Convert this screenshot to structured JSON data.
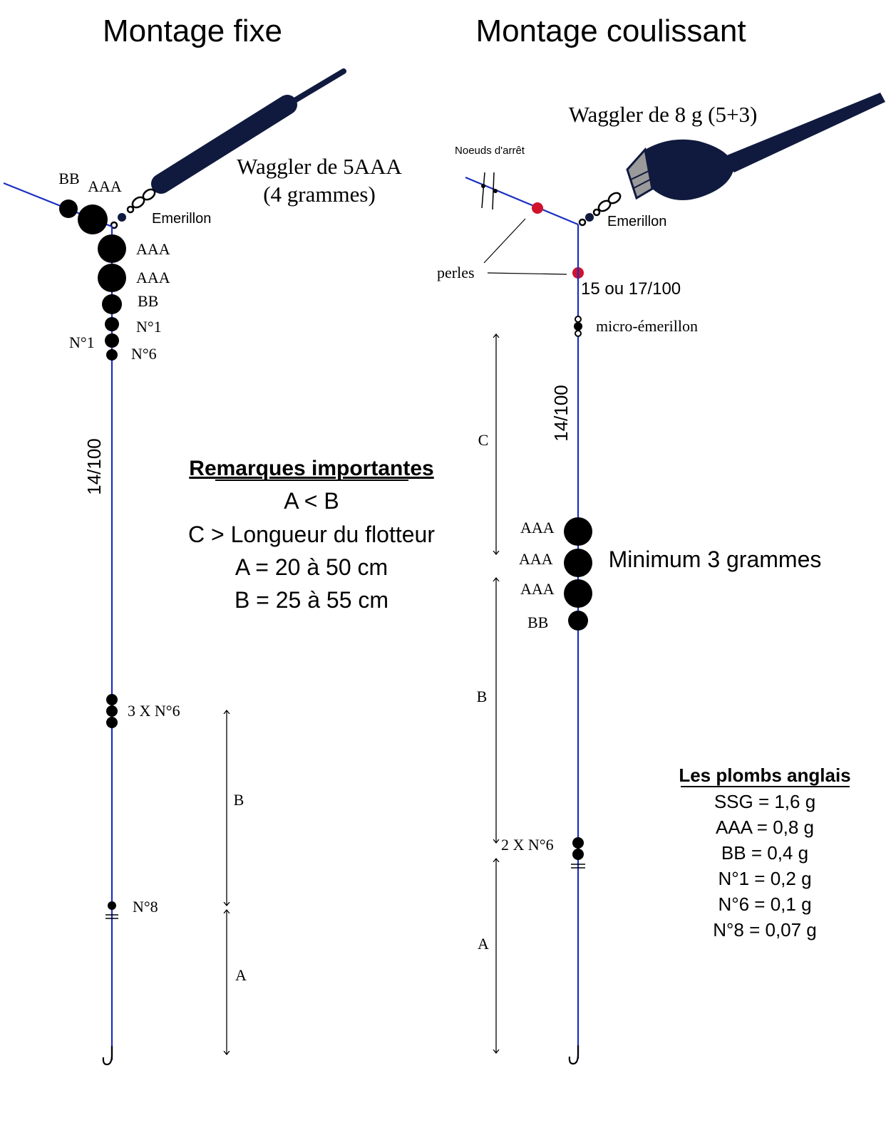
{
  "colors": {
    "line": "#1a2fc0",
    "float": "#101a3e",
    "bead": "#d0122c",
    "shot": "#000000"
  },
  "left": {
    "title": "Montage fixe",
    "float_label_1": "Waggler de 5AAA",
    "float_label_2": "(4 grammes)",
    "swivel_label": "Emerillon",
    "arm_shot_1": "BB",
    "arm_shot_2": "AAA",
    "shot_labels": [
      "AAA",
      "AAA",
      "BB",
      "N°1",
      "N°1",
      "N°6"
    ],
    "line_label": "14/100",
    "mid_shot_label": "3 X N°6",
    "tell_tale_label": "N°8",
    "dim_b": "B",
    "dim_a": "A"
  },
  "notes": {
    "heading": "Remarques importantes",
    "lines": [
      "A < B",
      "C > Longueur du flotteur",
      "A = 20 à 50 cm",
      "B = 25 à 55 cm"
    ]
  },
  "right": {
    "title": "Montage coulissant",
    "float_label": "Waggler de 8 g (5+3)",
    "stop_knots_label": "Noeuds d'arrêt",
    "swivel_label": "Emerillon",
    "beads_label": "perles",
    "main_line_label": "15 ou 17/100",
    "micro_swivel_label": "micro-émerillon",
    "hook_line_label": "14/100",
    "bulk_labels": [
      "AAA",
      "AAA",
      "AAA",
      "BB"
    ],
    "bulk_note": "Minimum 3 grammes",
    "lower_shot_label": "2 X N°6",
    "dim_c": "C",
    "dim_b": "B",
    "dim_a": "A"
  },
  "shot_table": {
    "heading": "Les plombs anglais",
    "rows": [
      "SSG = 1,6 g",
      "AAA = 0,8 g",
      "BB = 0,4 g",
      "N°1 = 0,2 g",
      "N°6 = 0,1 g",
      "N°8 = 0,07 g"
    ]
  }
}
